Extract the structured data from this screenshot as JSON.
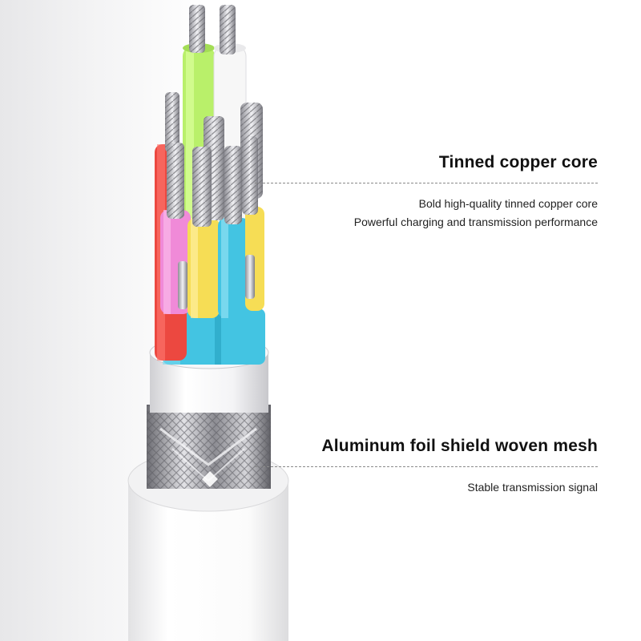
{
  "callouts": {
    "core": {
      "title": "Tinned copper core",
      "lines": [
        "Bold high-quality tinned copper core",
        "Powerful charging and transmission performance"
      ]
    },
    "shield": {
      "title": "Aluminum foil shield woven mesh",
      "lines": [
        "Stable transmission signal"
      ]
    }
  },
  "colors": {
    "green_wire": "#b9f06a",
    "white_wire": "#f7f7f7",
    "red_wire": "#ec4840",
    "pink_wire": "#f08ad8",
    "yellow_wire": "#f6dd55",
    "cyan_wire": "#43c4e2",
    "jacket": "#ffffff",
    "copper_strand": "#c9c9cf"
  }
}
